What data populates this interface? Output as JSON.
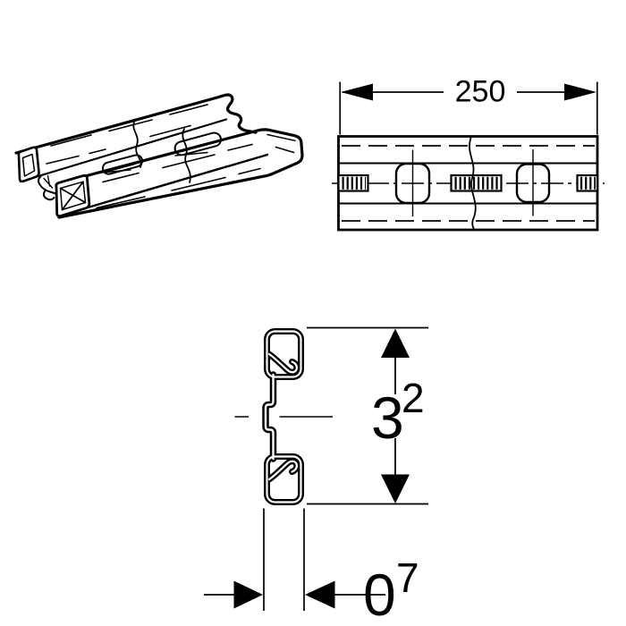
{
  "colors": {
    "line": "#000000",
    "background": "#ffffff"
  },
  "views": {
    "isometric": {
      "type": "pictorial view of double mounting rail"
    },
    "top": {
      "dimension_length": "250"
    },
    "section": {
      "dimension_height": {
        "value": "3",
        "superscript": "2"
      },
      "dimension_width": {
        "value": "0",
        "superscript": "7"
      }
    }
  }
}
